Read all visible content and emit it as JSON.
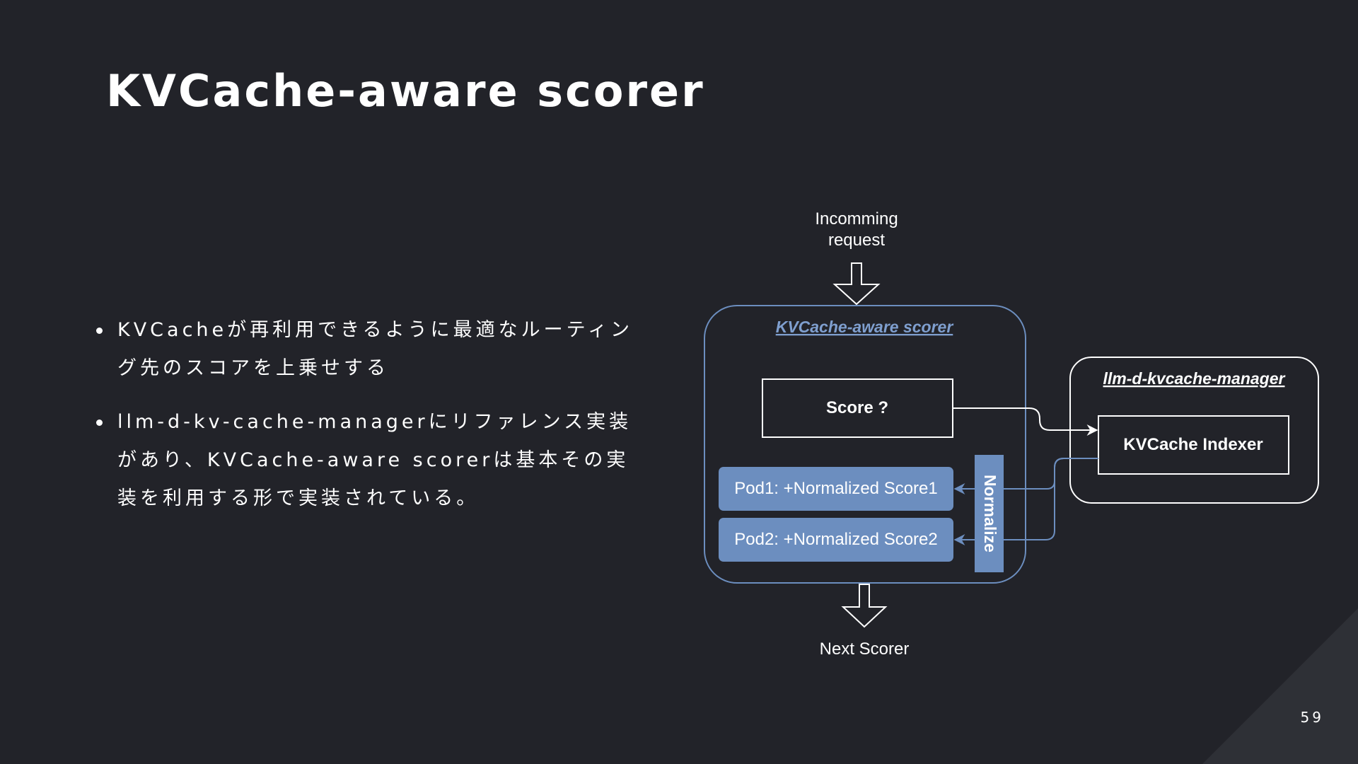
{
  "slide": {
    "title": "KVCache-aware scorer",
    "page_number": "59",
    "bullets": [
      "KVCacheが再利用できるように最適なルーティング先のスコアを上乗せする",
      "llm-d-kv-cache-managerにリファレンス実装があり、KVCache-aware scorerは基本その実装を利用する形で実装されている。"
    ]
  },
  "diagram": {
    "incoming_label_line1": "Incomming",
    "incoming_label_line2": "request",
    "scorer_box_label": "KVCache-aware scorer",
    "score_box_label": "Score ?",
    "pod1_label": "Pod1: +Normalized Score1",
    "pod2_label": "Pod2: +Normalized Score2",
    "normalize_label": "Normalize",
    "manager_box_label": "llm-d-kvcache-manager",
    "indexer_label": "KVCache Indexer",
    "next_label": "Next Scorer"
  },
  "colors": {
    "background": "#222329",
    "accent_blue": "#6c8ebf",
    "scorer_title": "#7f9fcf",
    "line": "#ffffff"
  }
}
